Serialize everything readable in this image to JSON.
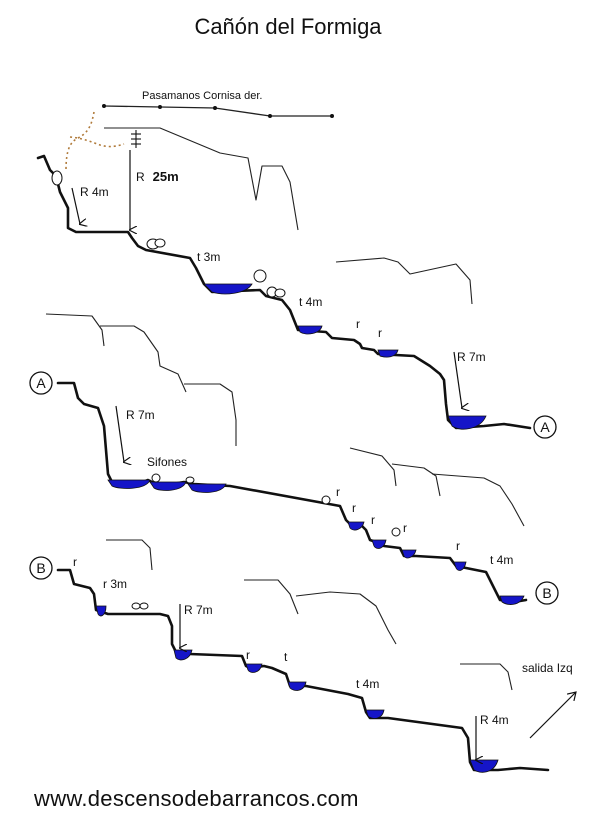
{
  "title": "Cañón del Formiga",
  "website": "www.descensodebarrancos.com",
  "colors": {
    "pool": "#1515c8",
    "line": "#111111",
    "trail": "#b07a3a"
  },
  "section1": {
    "handline": "Pasamanos Cornisa der.",
    "r4": "R 4m",
    "r25_prefix": "R",
    "r25_value": "25m",
    "t3": "t 3m",
    "t4": "t 4m",
    "r_a": "r",
    "r_b": "r",
    "r7": "R 7m",
    "marker": "A"
  },
  "section2": {
    "marker_start": "A",
    "r7": "R 7m",
    "sifones": "Sifones",
    "r_a": "r",
    "r_b": "r",
    "r_c": "r",
    "r_d": "r",
    "r_e": "r",
    "t4": "t 4m",
    "marker_end": "B"
  },
  "section3": {
    "marker": "B",
    "r_a": "r",
    "r3": "r 3m",
    "r7": "R 7m",
    "r_b": "r",
    "t_a": "t",
    "t4": "t 4m",
    "r4": "R 4m",
    "exit": "salida Izq"
  }
}
